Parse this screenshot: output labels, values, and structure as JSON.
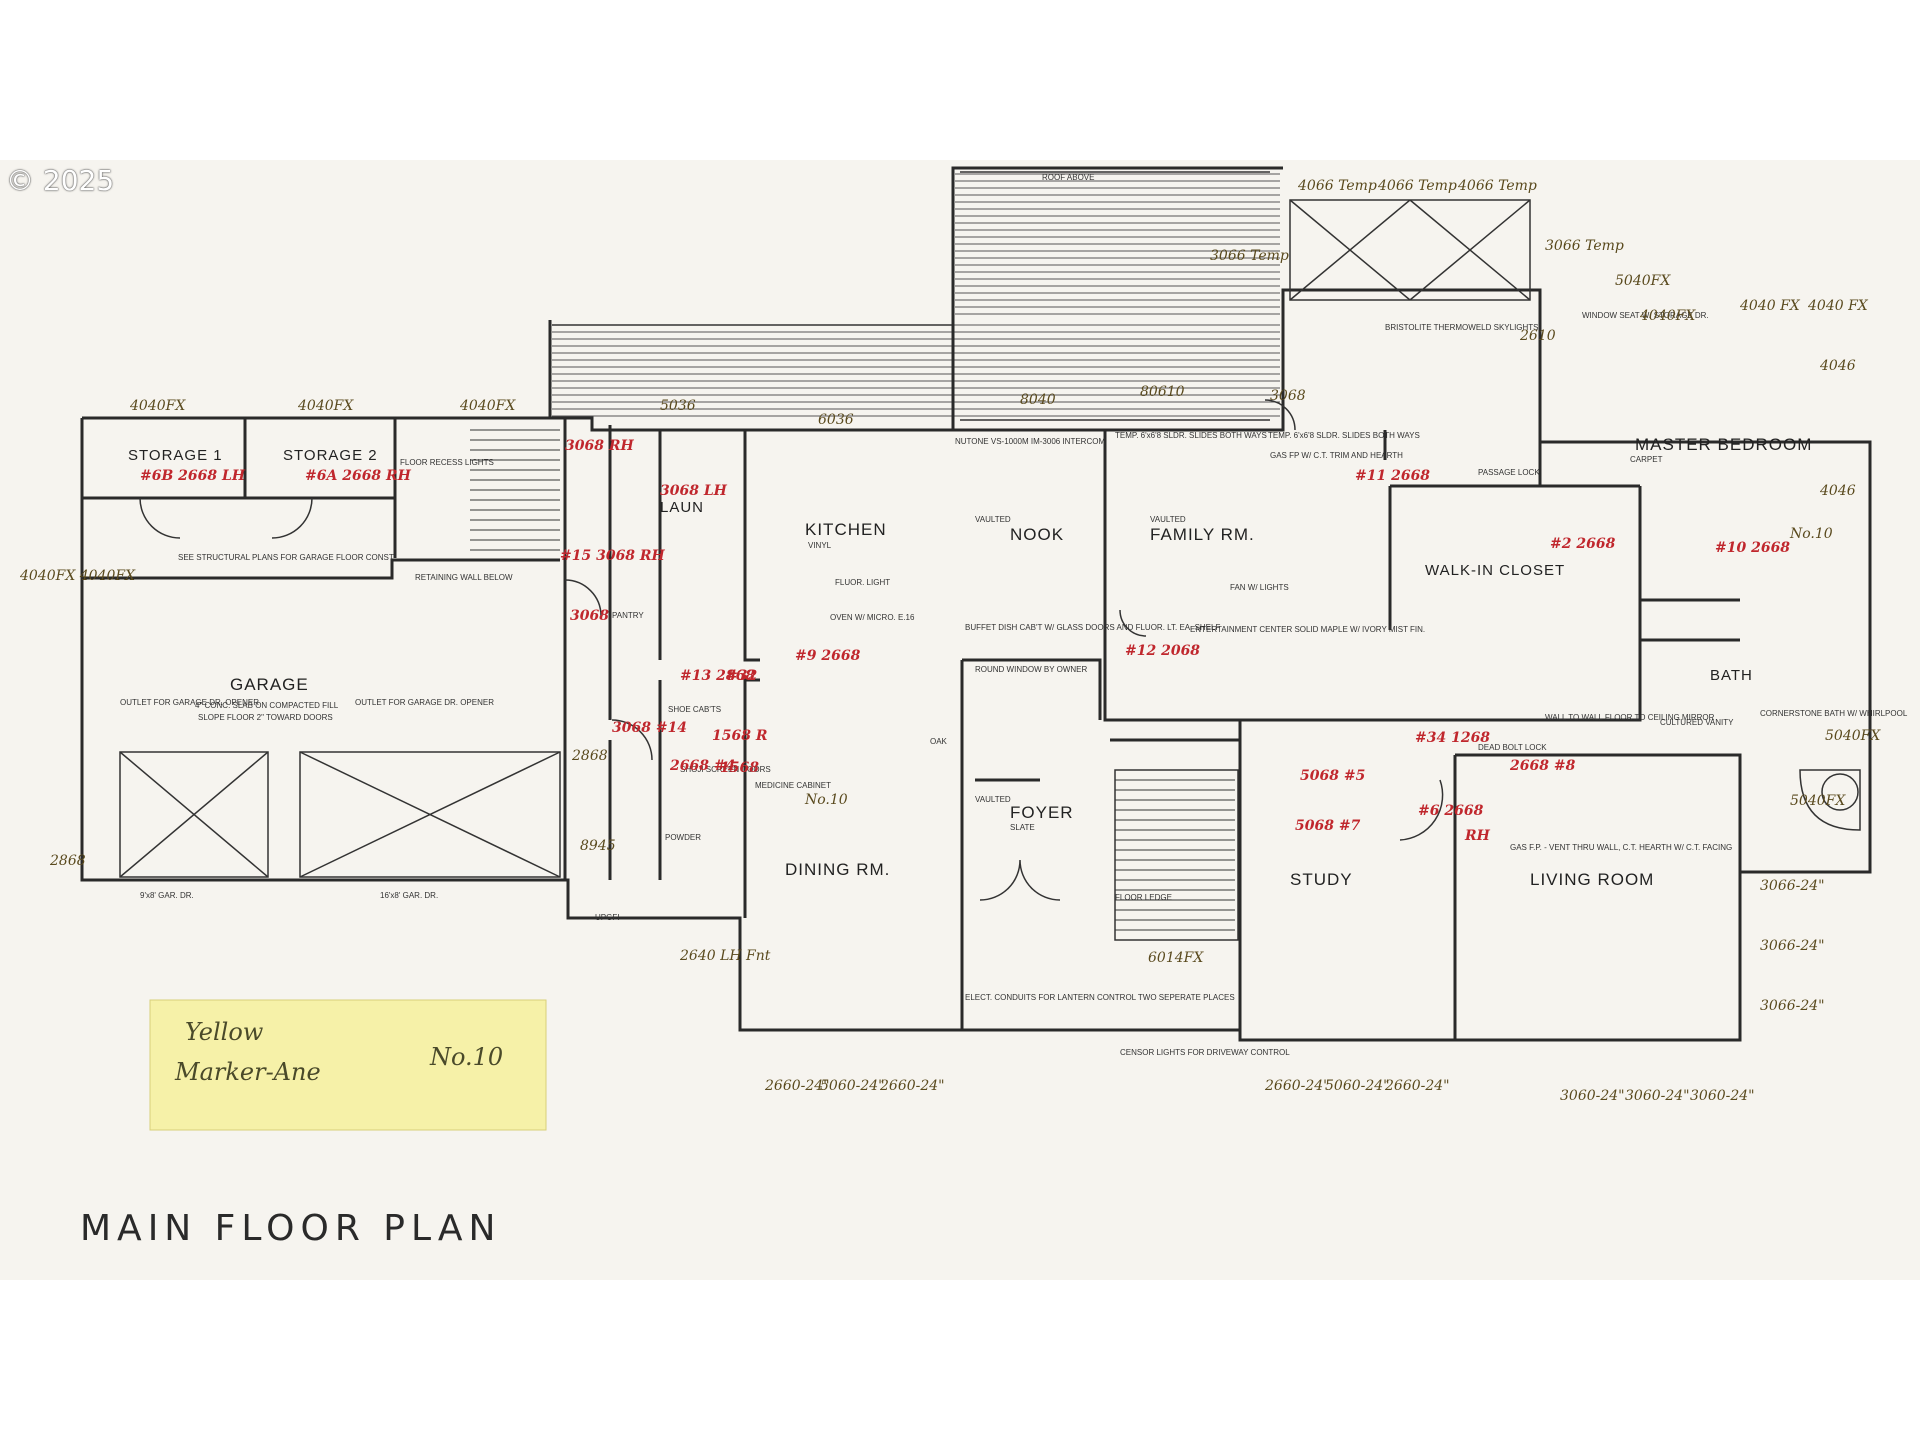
{
  "watermark": "© 2025",
  "title": "MAIN FLOOR PLAN",
  "sticky_note": {
    "line1": "Yellow",
    "line2": "Marker-Ane",
    "line3": "No.10",
    "color": "#f6f1a8"
  },
  "rooms": {
    "storage1": "STORAGE 1",
    "storage2": "STORAGE 2",
    "garage": "GARAGE",
    "kitchen": "KITCHEN",
    "nook": "NOOK",
    "family": "FAMILY RM.",
    "master": "MASTER BEDROOM",
    "closet": "WALK-IN CLOSET",
    "bath": "BATH",
    "dining": "DINING RM.",
    "foyer": "FOYER",
    "study": "STUDY",
    "living": "LIVING ROOM",
    "laun": "LAUN",
    "pantry": "PANTRY",
    "powder": "POWDER"
  },
  "notes": {
    "roof_above": "ROOF ABOVE",
    "retaining": "RETAINING WALL BELOW",
    "structural": "SEE STRUCTURAL PLANS FOR GARAGE FLOOR CONST.",
    "slab": "4\" CONC. SLAB ON COMPACTED FILL",
    "slope": "SLOPE FLOOR 2\" TOWARD DOORS",
    "outlet_left": "OUTLET FOR GARAGE DR. OPENER",
    "outlet_right": "OUTLET FOR GARAGE DR. OPENER",
    "gar_door_left": "9'x8' GAR. DR.",
    "gar_door_right": "16'x8' GAR. DR.",
    "vaulted1": "VAULTED",
    "vaulted2": "VAULTED",
    "vaulted3": "VAULTED",
    "vinyl": "VINYL",
    "carpet": "CARPET",
    "slate": "SLATE",
    "oak": "OAK",
    "fan_lights": "FAN W/ LIGHTS",
    "entertainment": "ENTERTAINMENT CENTER SOLID MAPLE W/ IVORY MIST FIN.",
    "buffet": "BUFFET DISH CAB'T W/ GLASS DOORS AND FLUOR. LT. EA. SHELF",
    "round_window": "ROUND WINDOW BY OWNER",
    "oven": "OVEN W/ MICRO. E.16",
    "shoe_cabts": "SHOE CAB'TS",
    "shoji": "SHOJI SCREEN DOORS",
    "medicine": "MEDICINE CABINET",
    "floor_ledge": "FLOOR LEDGE",
    "elect": "ELECT. CONDUITS FOR LANTERN CONTROL TWO SEPERATE PLACES",
    "censor": "CENSOR LIGHTS FOR DRIVEWAY CONTROL",
    "dead_bolt": "DEAD BOLT LOCK",
    "passage": "PASSAGE LOCK",
    "skylights": "BRISTOLITE THERMOWELD SKYLIGHTS",
    "window_seat": "WINDOW SEAT W/ STORAGE DR.",
    "cornerstone": "CORNERSTONE BATH W/ WHIRLPOOL",
    "cultured": "CULTURED VANITY",
    "wall_mirror": "WALL TO WALL FLOOR TO CEILING MIRROR",
    "gas_fp": "GAS FP W/ C.T. TRIM AND HEARTH",
    "living_fp": "GAS F.P. - VENT THRU WALL, C.T. HEARTH W/ C.T. FACING",
    "temp_slider1": "TEMP. 6'x6'8 SLDR. SLIDES BOTH WAYS",
    "temp_slider2": "TEMP. 6'x6'8 SLDR. SLIDES BOTH WAYS",
    "intercom": "NUTONE VS-1000M IM-3006 INTERCOM",
    "fluor_light": "FLUOR. LIGHT",
    "floor_recess": "FLOOR RECESS LIGHTS",
    "upgfi": "UPGFI"
  },
  "handwritten": {
    "w_storage1": "4040FX",
    "w_storage2": "4040FX",
    "w_stair": "4040FX",
    "w_laun": "5036",
    "w_kitchen": "6036",
    "w_nook": "8040",
    "w_family": "80610",
    "w_patio": "3068",
    "w_sky1": "4066 Temp",
    "w_sky2": "4066 Temp",
    "w_sky3": "4066 Temp",
    "w_sky_side": "3066 Temp",
    "w_side_left": "3066 Temp",
    "w_master_top": "5040FX",
    "w_master_top2": "4040FX",
    "w_master_top3": "4040 FX",
    "w_master_top4": "4040 FX",
    "w_master_side1": "4046",
    "w_master_side2": "4046",
    "w_master_right": "5040FX",
    "w_bath_right": "5040FX",
    "w_garage_left": "4040FX 4040FX",
    "w_stair_side": "2610",
    "w_living1": "3066-24\"",
    "w_living2": "3066-24\"",
    "w_living3": "3066-24\"",
    "w_dining1": "2660-24\"",
    "w_dining2": "5060-24\"",
    "w_dining3": "2660-24\"",
    "w_study1": "2660-24\"",
    "w_study2": "5060-24\"",
    "w_study3": "2660-24\"",
    "w_lr1": "3060-24\"",
    "w_lr2": "3060-24\"",
    "w_lr3": "3060-24\"",
    "w_foyer_side": "6014FX",
    "w_powder": "2640 LH Fnt",
    "w_garage_side": "2868",
    "w_tall": "2868",
    "w_8945": "8945",
    "w_bath_no": "No.10",
    "w_hall_no": "No.10",
    "d_6b": "#6B 2668 LH",
    "d_6a": "#6A 2668 RH",
    "d_15": "#15 3068 RH",
    "d_3068a": "3068",
    "d_3068_rh": "3068 RH",
    "d_3068_lh": "3068 LH",
    "d_14": "3068 #14",
    "d_13": "#13 2868",
    "d_32": "#32",
    "d_9": "#9 2668",
    "d_1": "1568 R",
    "d_4": "2668 #4",
    "d_12": "#12 2068",
    "d_2": "#2 2668",
    "d_10": "#10 2668",
    "d_11": "#11 2668",
    "d_5": "5068 #5",
    "d_7": "5068 #7",
    "d_6": "#6 2668",
    "d_8": "2668 #8",
    "d_34": "#34 1268",
    "d_rh": "RH",
    "d_3_1568": "1568"
  }
}
